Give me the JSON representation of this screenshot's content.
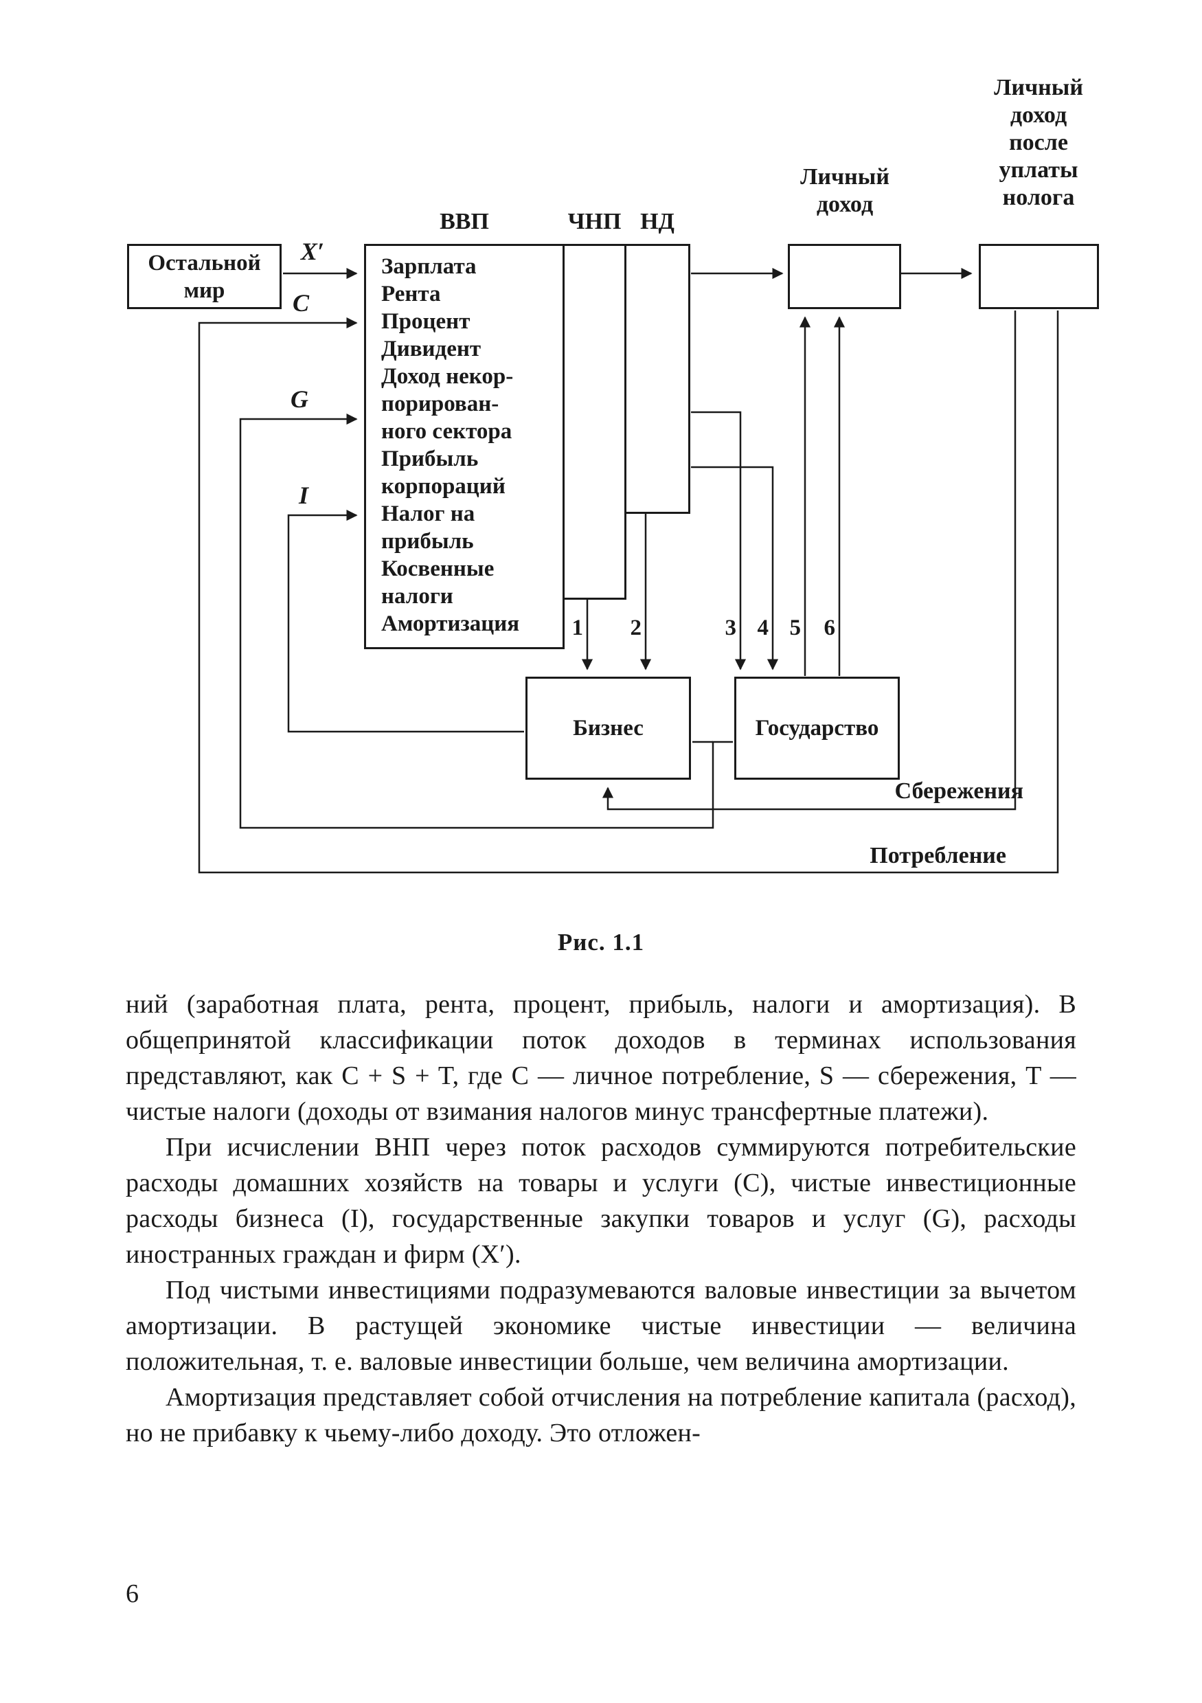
{
  "page": {
    "number": "6"
  },
  "figure": {
    "caption": "Рис. 1.1",
    "column_labels": {
      "gdp": "ВВП",
      "nnp": "ЧНП",
      "ni": "НД"
    },
    "top_labels": {
      "personal_income": "Личный\nдоход",
      "disposable_income": "Личный\nдоход\nпосле\nуплаты\nнолога"
    },
    "boxes": {
      "rest_of_world": "Остальной\nмир",
      "gdp_components": "Зарплата\nРента\nПроцент\nДивидент\nДоход некор-\nпорирован-\nного сектора\nПрибыль\nкорпораций\nНалог на\nприбыль\nКосвенные\nналоги\nАмортизация",
      "business": "Бизнес",
      "state": "Государство"
    },
    "flow_labels": {
      "x": "X′",
      "c": "C",
      "g": "G",
      "i": "I"
    },
    "numbers": [
      "1",
      "2",
      "3",
      "4",
      "5",
      "6"
    ],
    "return_flows": {
      "savings": "Сбережения",
      "consumption": "Потребление"
    }
  },
  "text": {
    "paragraphs": [
      "ний (заработная плата, рента, процент, прибыль, налоги и амортизация). В общепринятой классификации поток доходов в терминах использования представляют, как C + S + T, где C — личное потребление, S — сбережения, T — чистые налоги (доходы от взимания налогов минус трансфертные платежи).",
      "При исчислении ВНП через поток расходов суммируются потребительские расходы домашних хозяйств на товары и услуги (C), чистые инвестиционные расходы бизнеса (I), государственные закупки товаров и услуг (G), расходы иностранных граждан и фирм (X′).",
      "Под чистыми инвестициями подразумеваются валовые инвестиции за вычетом амортизации. В растущей экономике чистые инвестиции — величина положительная, т. е. валовые инвестиции больше, чем величина амортизации.",
      "Амортизация представляет собой отчисления на потребление капитала (расход), но не прибавку к чьему-либо доходу. Это отложен-"
    ]
  }
}
